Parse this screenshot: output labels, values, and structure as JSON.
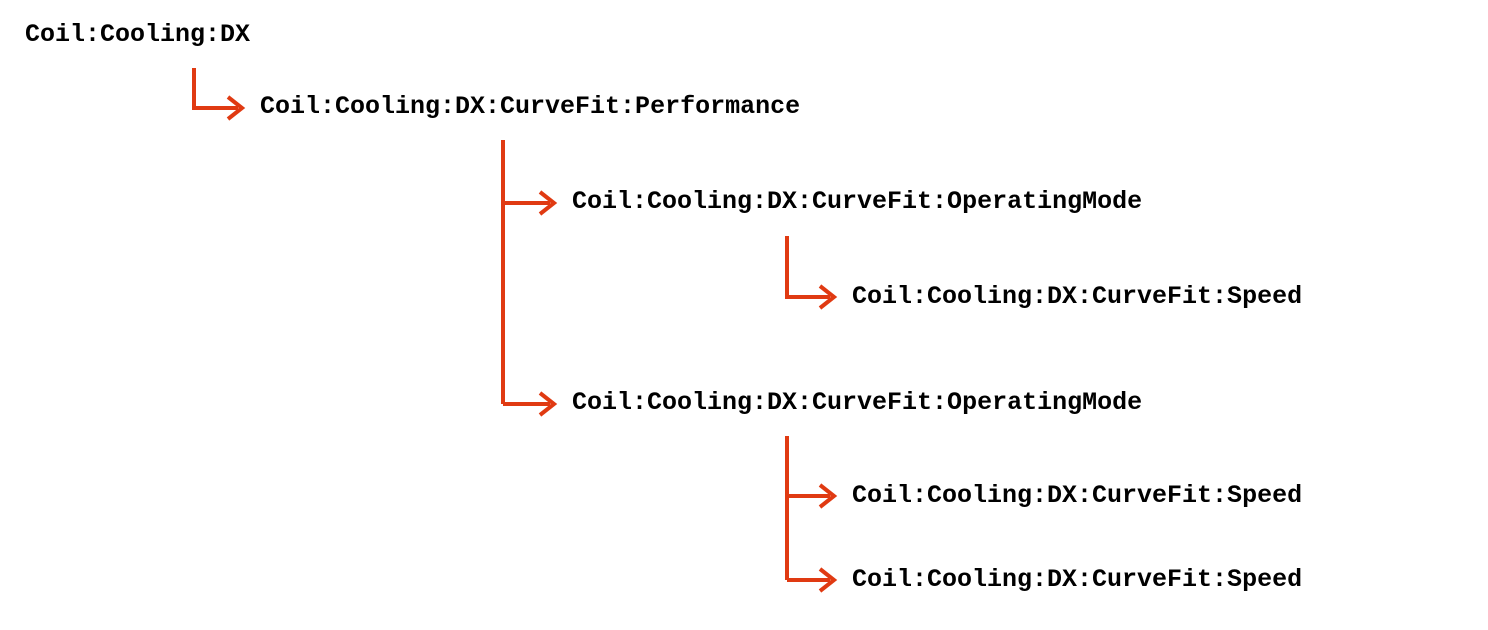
{
  "colors": {
    "connector": "#e03a12",
    "text": "#000000",
    "background": "#ffffff"
  },
  "tree": {
    "root": "Coil:Cooling:DX",
    "performance": "Coil:Cooling:DX:CurveFit:Performance",
    "operating_mode_1": "Coil:Cooling:DX:CurveFit:OperatingMode",
    "operating_mode_1_speed_1": "Coil:Cooling:DX:CurveFit:Speed",
    "operating_mode_2": "Coil:Cooling:DX:CurveFit:OperatingMode",
    "operating_mode_2_speed_1": "Coil:Cooling:DX:CurveFit:Speed",
    "operating_mode_2_speed_2": "Coil:Cooling:DX:CurveFit:Speed"
  }
}
